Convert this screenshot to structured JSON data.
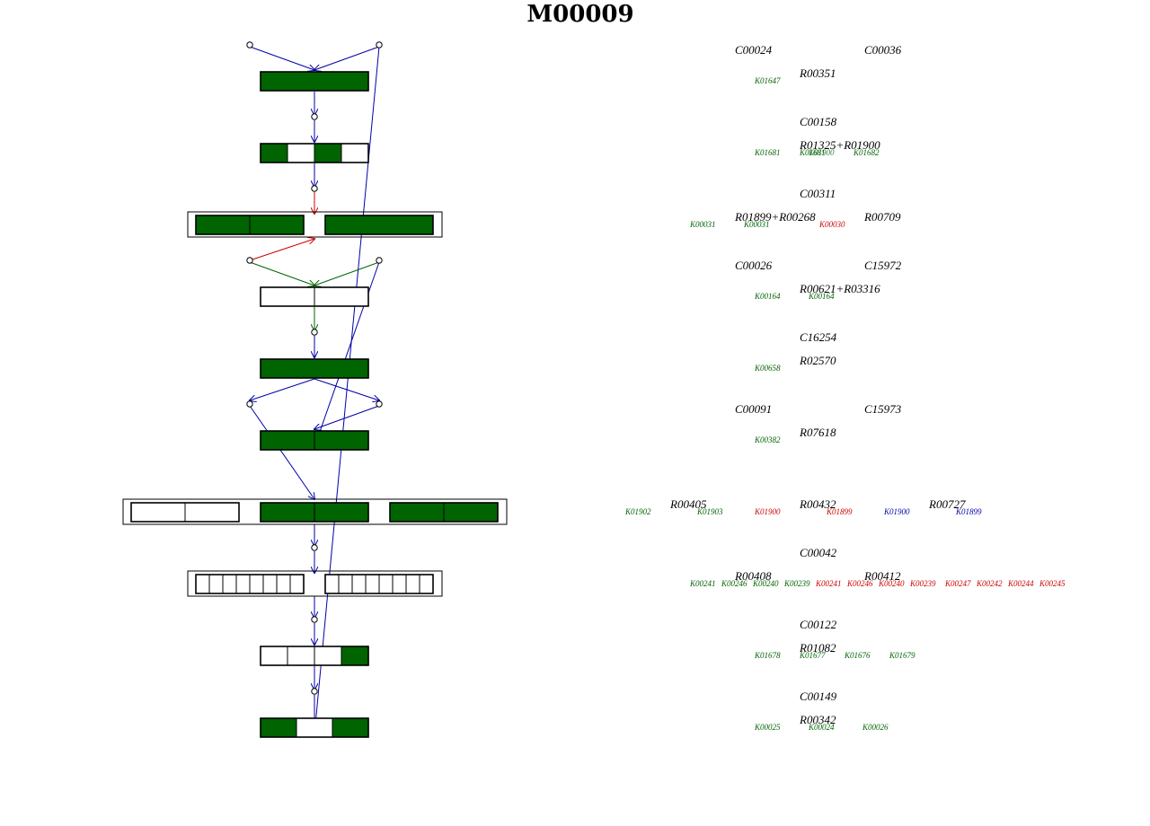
{
  "title": "M00009",
  "colors": {
    "filled": "#006400",
    "empty": "#ffffff",
    "outline": "#000000",
    "blue": "#0000aa",
    "red": "#cc0000",
    "green": "#006400"
  },
  "compounds": [
    "C00024",
    "C00036",
    "C00158",
    "C00311",
    "C00026",
    "C15972",
    "C16254",
    "C00091",
    "C15973",
    "C00042",
    "C00122",
    "C00149"
  ],
  "reactions": [
    "R00351",
    "R01325+R01900",
    "R01899+R00268",
    "R00709",
    "R00621+R03316",
    "R02570",
    "R07618",
    "R00405",
    "R00432",
    "R00727",
    "R00408",
    "R00412",
    "R01082",
    "R00342"
  ],
  "kos": {
    "green": [
      "K01647",
      "K01681",
      "K01681",
      "K01682",
      "K00031",
      "K00031",
      "K00164",
      "K00164",
      "K00658",
      "K00382",
      "K01902",
      "K01903",
      "K00241",
      "K00246",
      "K00240",
      "K00239",
      "K01678",
      "K01677",
      "K01676",
      "K01679",
      "K00025",
      "K00024",
      "K00026"
    ],
    "red": [
      "K00030",
      "K01900",
      "K01899",
      "K00247",
      "K00242",
      "K00244",
      "K00245",
      "K00241",
      "K00246",
      "K00240",
      "K00239"
    ],
    "blue": [
      "K01900",
      "K01899"
    ]
  },
  "module_blocks": [
    {
      "cells": [
        1
      ]
    },
    {
      "cells": [
        1,
        0,
        1,
        0
      ]
    },
    {
      "cells": [
        1,
        1,
        1
      ]
    },
    {
      "cells": [
        0,
        0
      ]
    },
    {
      "cells": [
        1
      ]
    },
    {
      "cells": [
        1,
        1
      ]
    },
    {
      "cells": [
        0,
        0,
        1,
        1,
        1,
        1
      ]
    },
    {
      "cells": [
        0,
        0,
        0,
        0,
        0,
        0,
        0,
        0,
        0,
        0,
        0,
        0,
        0,
        0,
        0,
        0
      ]
    },
    {
      "cells": [
        0,
        0,
        0,
        1
      ]
    },
    {
      "cells": [
        1,
        0,
        1
      ]
    }
  ]
}
